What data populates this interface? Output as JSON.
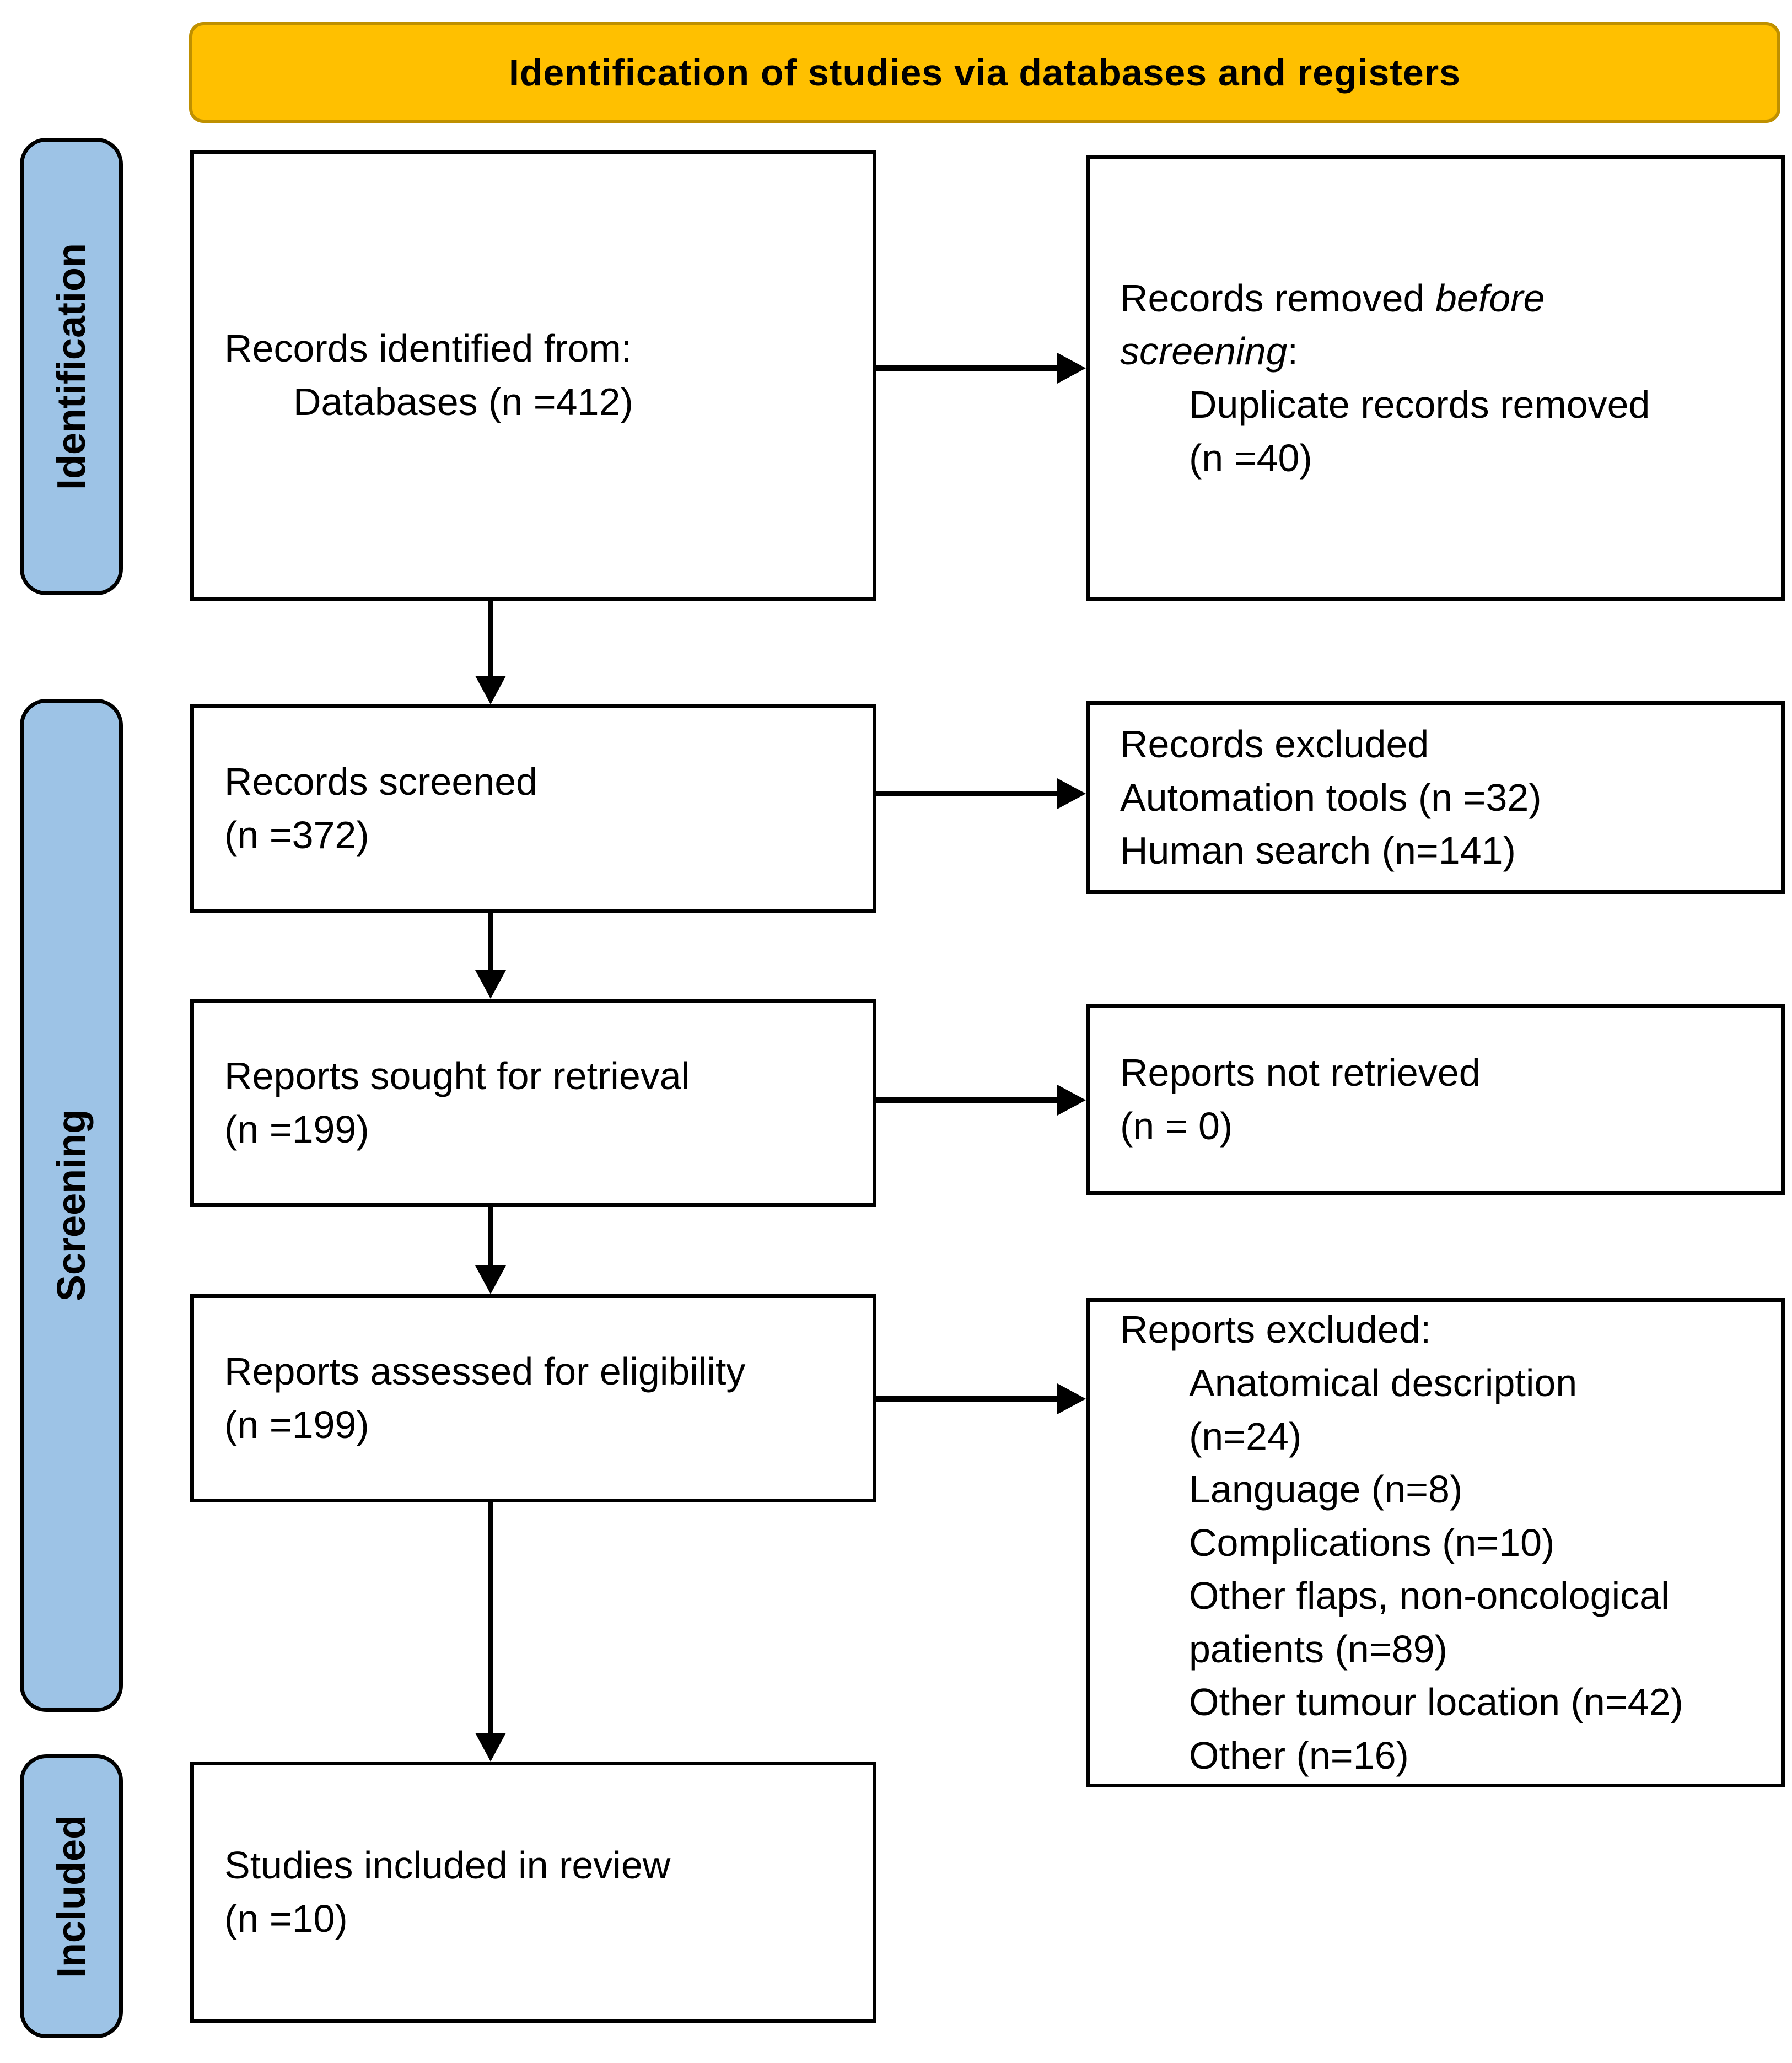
{
  "title": "Identification of studies via databases and registers",
  "sidebar": {
    "identification": "Identification",
    "screening": "Screening",
    "included": "Included"
  },
  "boxes": {
    "identified": {
      "line1": "Records identified from:",
      "line2": "Databases (n =412)"
    },
    "removed": {
      "lead": "Records removed ",
      "italic": "before screening",
      "colon": ":",
      "item": "Duplicate records removed\n(n =40)"
    },
    "screened": {
      "line1": "Records screened",
      "line2": "(n =372)"
    },
    "records_excluded": {
      "line1": "Records excluded",
      "line2": "Automation tools (n =32)",
      "line3": "Human search (n=141)"
    },
    "sought": {
      "line1": "Reports sought for retrieval",
      "line2": "(n =199)"
    },
    "not_retrieved": {
      "line1": "Reports not retrieved",
      "line2": "(n = 0)"
    },
    "assessed": {
      "line1": "Reports assessed for eligibility",
      "line2": "(n =199)"
    },
    "reports_excluded": {
      "header": "Reports excluded:",
      "items": [
        "Anatomical description\n(n=24)",
        "Language (n=8)",
        "Complications (n=10)",
        "Other flaps, non-oncological\npatients (n=89)",
        "Other tumour location (n=42)",
        "Other (n=16)"
      ]
    },
    "included_studies": {
      "line1": "Studies included in review",
      "line2": "(n =10)"
    }
  },
  "colors": {
    "banner_fill": "#FFC000",
    "banner_border": "#BF9000",
    "stage_fill": "#9DC3E6",
    "box_border": "#000000",
    "arrow": "#000000",
    "text": "#000000"
  }
}
